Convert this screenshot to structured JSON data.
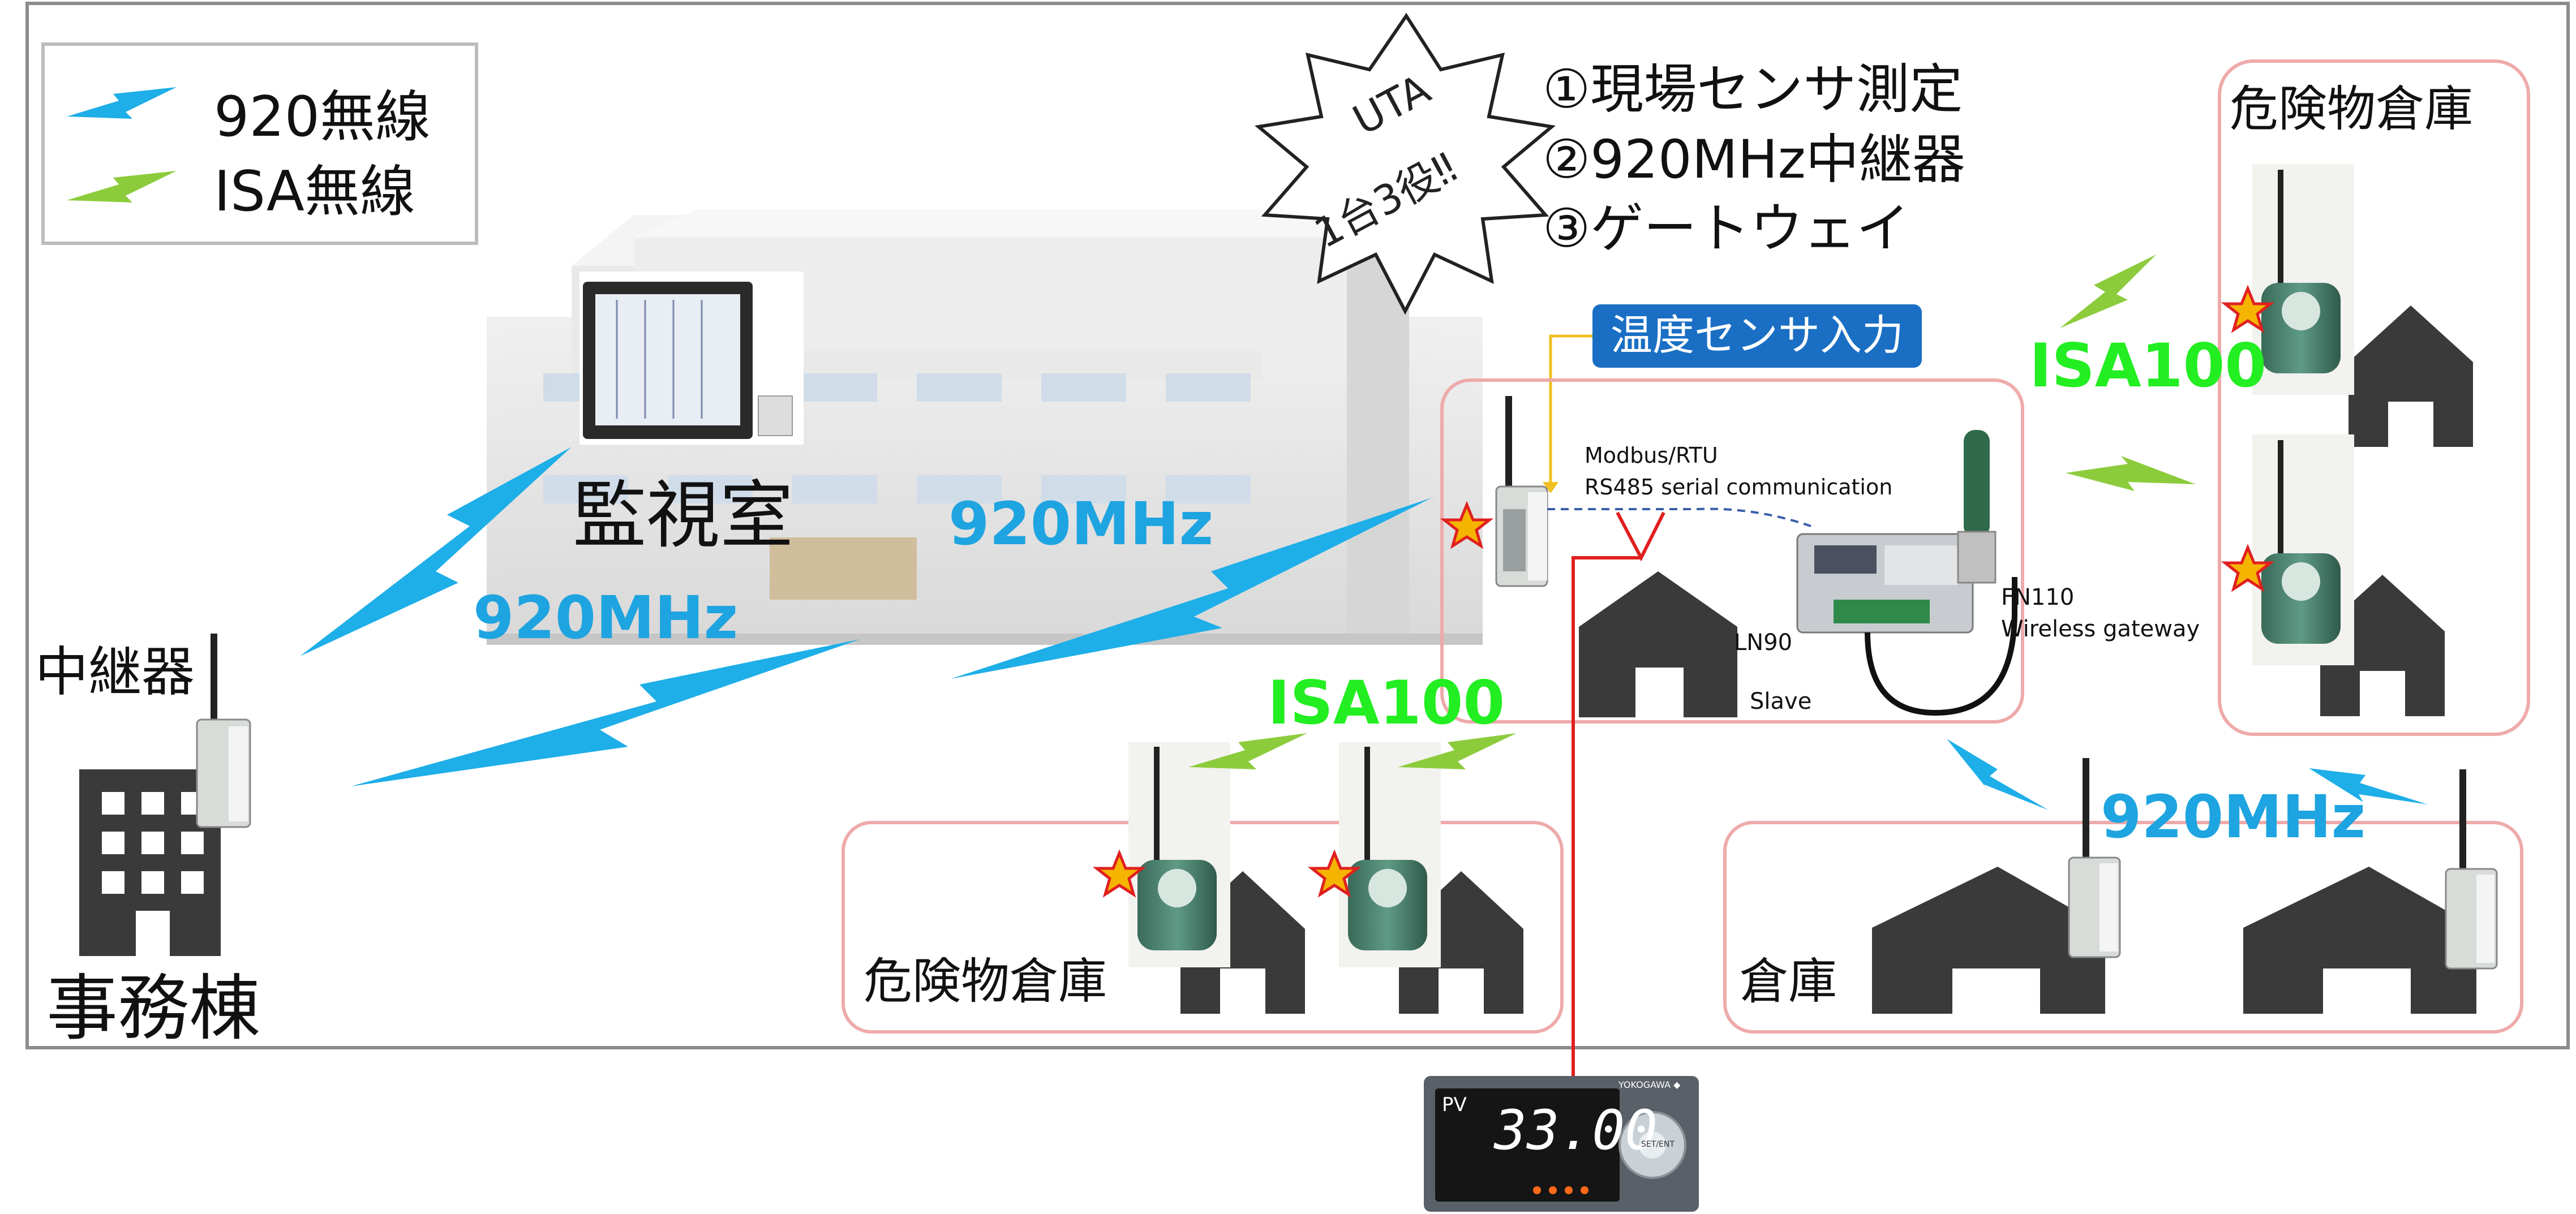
{
  "legend": {
    "wireless_920": "920無線",
    "wireless_isa": "ISA無線"
  },
  "burst": {
    "line1": "UTA",
    "line2": "1台3役‼"
  },
  "roles": [
    "①現場センサ測定",
    "②920MHz中継器",
    "③ゲートウェイ"
  ],
  "temp_input_label": "温度センサ入力",
  "labels": {
    "monitoring_room": "監視室",
    "repeater": "中継器",
    "office_building": "事務棟",
    "mhz_1": "920MHz",
    "mhz_2": "920MHz",
    "mhz_3": "920MHz",
    "isa_1": "ISA100",
    "isa_2": "ISA100",
    "modbus_line1": "Modbus/RTU",
    "modbus_line2": "RS485 serial communication",
    "ln90": "LN90",
    "slave": "Slave",
    "fn110_line1": "FN110",
    "fn110_line2": "Wireless gateway",
    "hazard_store_right": "危険物倉庫",
    "hazard_store_bottom": "危険物倉庫",
    "warehouse": "倉庫"
  },
  "controller": {
    "pv_label": "PV",
    "pv_value": "33.00",
    "brand": "YOKOGAWA ◆",
    "set_label": "SET/ENT"
  },
  "colors": {
    "blue_bolt": "#1eaee8",
    "green_bolt": "#8ccc3c",
    "isa_text": "#22ee22",
    "mhz_text": "#1ea4e0",
    "pink_border": "#eeaaaa",
    "badge": "#1a6fc4",
    "red_line": "#e02020"
  }
}
